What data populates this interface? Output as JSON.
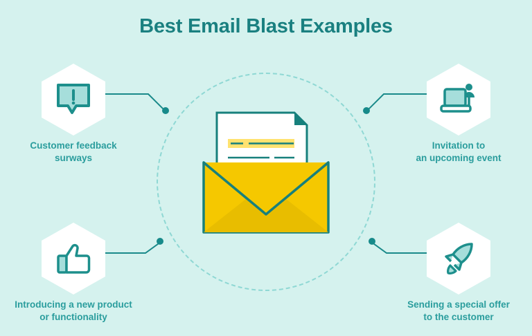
{
  "page": {
    "title": "Best Email Blast Examples",
    "background_color": "#d5f2ee",
    "accent_teal": "#1a8080",
    "label_teal": "#2a9d9d",
    "light_teal": "#9fdcd8",
    "envelope_yellow": "#f5c800",
    "envelope_yellow_shade": "#e8bd00",
    "hex_fill": "#ffffff",
    "ring_color": "#8fd8d4"
  },
  "center": {
    "icon": "open-envelope-with-letter",
    "letter": {
      "highlight_color": "#ffe270",
      "line_color": "#1a8080",
      "lines": [
        {
          "type": "highlight",
          "segments": [
            30,
            130
          ]
        },
        {
          "type": "text",
          "widths": [
            92,
            34
          ]
        },
        {
          "type": "text",
          "widths": [
            132
          ]
        },
        {
          "type": "text",
          "widths": [
            48,
            78
          ]
        },
        {
          "type": "text",
          "widths": [
            58
          ]
        }
      ]
    }
  },
  "nodes": [
    {
      "id": "customer-feedback-surveys",
      "position": "top-left",
      "icon": "speech-bubble-exclamation-icon",
      "label_line1": "Customer feedback",
      "label_line2": "surways"
    },
    {
      "id": "invitation-upcoming-event",
      "position": "top-right",
      "icon": "laptop-person-icon",
      "label_line1": "Invitation to",
      "label_line2": "an upcoming event"
    },
    {
      "id": "introducing-new-product",
      "position": "bottom-left",
      "icon": "thumbs-up-icon",
      "label_line1": "Introducing a new product",
      "label_line2": "or functionality"
    },
    {
      "id": "sending-special-offer",
      "position": "bottom-right",
      "icon": "rocket-icon",
      "label_line1": "Sending a special offer",
      "label_line2": "to the customer"
    }
  ]
}
